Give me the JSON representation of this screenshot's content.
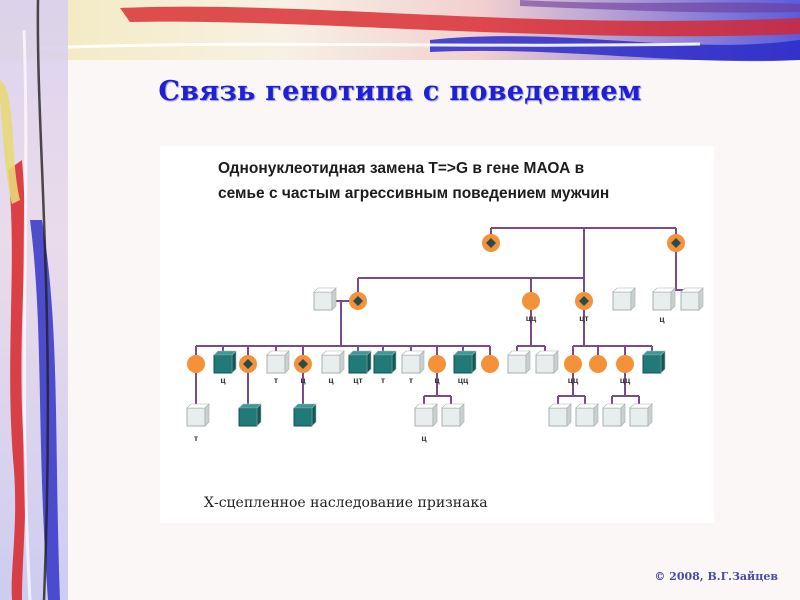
{
  "slide": {
    "title": "Связь генотипа с поведением",
    "copyright": "© 2008, В.Г.Зайцев"
  },
  "diagram": {
    "title_line1": "Однонуклеотидная замена T=>G  в гене МАОА в",
    "title_line2": "семье с частым агрессивным поведением мужчин",
    "note": "Х-сцепленное наследование признака",
    "colors": {
      "female": "#f39238",
      "carrier_marker": "#2a4a4c",
      "affected_male": "#1f7a78",
      "unaffected_male": "#e8eded",
      "line": "#7a4a8a",
      "title": "#1f1fd6",
      "copyright": "#4a4aa8"
    },
    "genotype_labels": [
      "ц",
      "цц",
      "цт",
      "ц",
      "т",
      "ц",
      "цт",
      "т",
      "т",
      "ц",
      "цц",
      "т",
      "ц",
      "цц",
      "цц",
      "ц"
    ]
  }
}
